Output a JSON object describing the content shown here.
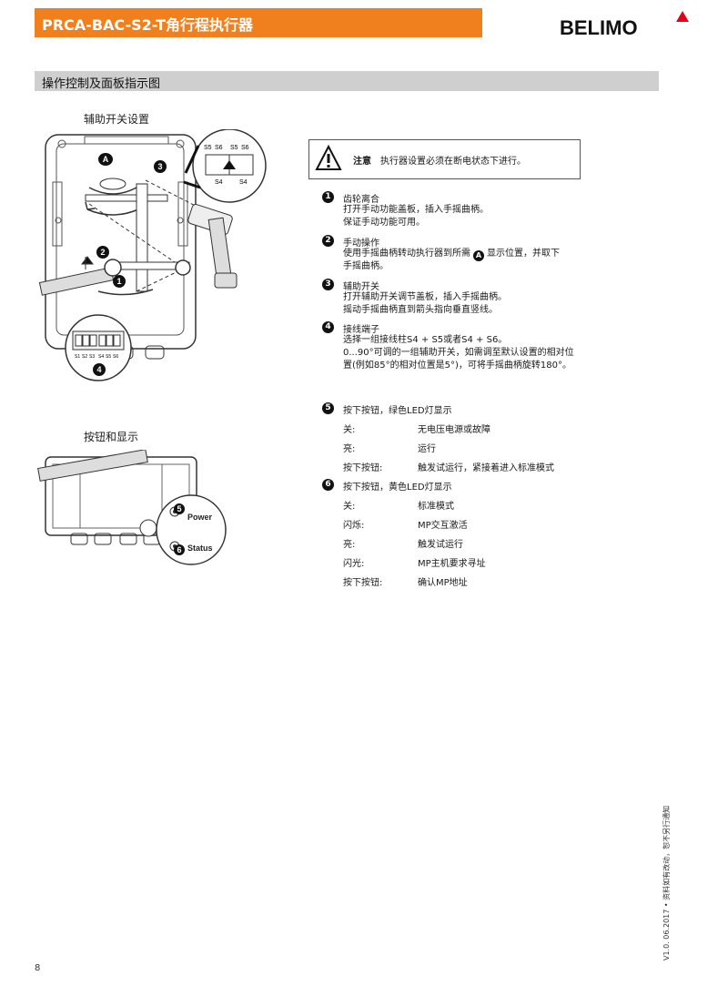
{
  "header": {
    "title": "PRCA-BAC-S2-T角行程执行器",
    "logo_text": "BELIMO"
  },
  "section": {
    "title": "操作控制及面板指示图"
  },
  "figure1": {
    "heading": "辅助开关设置",
    "callouts": [
      "A",
      "3",
      "2",
      "1",
      "4"
    ],
    "switch_labels": {
      "s5": "S5",
      "s6": "S6",
      "s4": "S4"
    },
    "terminal_labels": [
      "S1",
      "S2",
      "S3",
      "S4",
      "S5",
      "S6"
    ]
  },
  "figure2": {
    "heading": "按钮和显示",
    "callouts": [
      "5",
      "6"
    ],
    "power_label": "Power",
    "status_label": "Status"
  },
  "notice": {
    "label": "注意",
    "text": "执行器设置必须在断电状态下进行。"
  },
  "steps": [
    {
      "num": "1",
      "title": "齿轮离合",
      "lines": [
        "打开手动功能盖板，插入手摇曲柄。",
        "保证手动功能可用。"
      ]
    },
    {
      "num": "2",
      "title": "手动操作",
      "line1_pre": "使用手摇曲柄转动执行器到所需",
      "line1_ref": "A",
      "line1_post": "显示位置，并取下",
      "lines": [
        "手摇曲柄。"
      ]
    },
    {
      "num": "3",
      "title": "辅助开关",
      "lines": [
        "打开辅助开关调节盖板，插入手摇曲柄。",
        "摇动手摇曲柄直到箭头指向垂直竖线。"
      ]
    },
    {
      "num": "4",
      "title": "接线端子",
      "lines": [
        "选择一组接线柱S4 + S5或者S4 + S6。",
        "0...90°可调的一组辅助开关，如需调至默认设置的相对位",
        "置(例如85°的相对位置是5°)，可将手摇曲柄旋转180°。"
      ]
    }
  ],
  "led_green": {
    "num": "5",
    "title": "按下按钮，绿色LED灯显示",
    "rows": [
      {
        "k": "关:",
        "v": "无电压电源或故障"
      },
      {
        "k": "亮:",
        "v": "运行"
      },
      {
        "k": "按下按钮:",
        "v": "触发试运行，紧接着进入标准模式"
      }
    ]
  },
  "led_yellow": {
    "num": "6",
    "title": "按下按钮，黄色LED灯显示",
    "rows": [
      {
        "k": "关:",
        "v": "标准模式"
      },
      {
        "k": "闪烁:",
        "v": "MP交互激活"
      },
      {
        "k": "亮:",
        "v": "触发试运行"
      },
      {
        "k": "闪光:",
        "v": "MP主机要求寻址"
      },
      {
        "k": "按下按钮:",
        "v": "确认MP地址"
      }
    ]
  },
  "footer": {
    "version": "V1.0. 06.2017 • 资料如有改动，恕不另行通知",
    "page": "8"
  },
  "colors": {
    "accent": "#f07f1d",
    "section_bg": "#cfcfcf",
    "logo_red": "#e2001a"
  }
}
